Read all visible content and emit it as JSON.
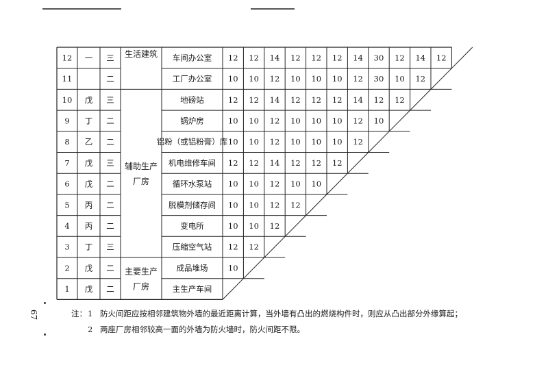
{
  "rows": [
    {
      "no": "12",
      "grade": "一",
      "level": "三",
      "name": "车间办公室",
      "values": [
        "12",
        "12",
        "14",
        "12",
        "12",
        "12",
        "14",
        "30",
        "12",
        "14",
        "12"
      ]
    },
    {
      "no": "11",
      "grade": "",
      "level": "二",
      "name": "工厂办公室",
      "values": [
        "10",
        "10",
        "12",
        "10",
        "10",
        "10",
        "12",
        "30",
        "10",
        "12"
      ]
    },
    {
      "no": "10",
      "grade": "戊",
      "level": "三",
      "name": "地磅站",
      "values": [
        "12",
        "12",
        "14",
        "12",
        "12",
        "12",
        "14",
        "12",
        "12"
      ]
    },
    {
      "no": "9",
      "grade": "丁",
      "level": "二",
      "name": "锅炉房",
      "values": [
        "10",
        "10",
        "12",
        "10",
        "10",
        "10",
        "12",
        "10"
      ]
    },
    {
      "no": "8",
      "grade": "乙",
      "level": "二",
      "name": "铝粉（或铝粉膏）库",
      "values": [
        "10",
        "10",
        "12",
        "10",
        "10",
        "10",
        "12"
      ]
    },
    {
      "no": "7",
      "grade": "戊",
      "level": "三",
      "name": "机电维修车间",
      "values": [
        "12",
        "12",
        "14",
        "12",
        "12",
        "12"
      ]
    },
    {
      "no": "6",
      "grade": "戊",
      "level": "二",
      "name": "循环水泵站",
      "values": [
        "10",
        "10",
        "12",
        "10",
        "10"
      ]
    },
    {
      "no": "5",
      "grade": "丙",
      "level": "二",
      "name": "脱模剂储存间",
      "values": [
        "10",
        "10",
        "12",
        "12"
      ]
    },
    {
      "no": "4",
      "grade": "丙",
      "level": "二",
      "name": "变电所",
      "values": [
        "10",
        "10",
        "12"
      ]
    },
    {
      "no": "3",
      "grade": "丁",
      "level": "三",
      "name": "压缩空气站",
      "values": [
        "12",
        "12"
      ]
    },
    {
      "no": "2",
      "grade": "戊",
      "level": "二",
      "name": "成品堆场",
      "values": [
        "10"
      ]
    },
    {
      "no": "1",
      "grade": "戊",
      "level": "二",
      "name": "主生产车间",
      "values": []
    }
  ],
  "groups": [
    {
      "label": "生活建筑",
      "rows": [
        0,
        1
      ]
    },
    {
      "label": "辅助生产厂房",
      "rows": [
        2,
        9
      ]
    },
    {
      "label": "主要生产厂房",
      "rows": [
        10,
        11
      ]
    }
  ],
  "notes": {
    "prefix": "注：",
    "items": [
      {
        "num": "1",
        "text": "防火间距应按相邻建筑物外墙的最近距离计算，当外墙有凸出的燃烧构件时，则应从凸出部分外缘算起；"
      },
      {
        "num": "2",
        "text": "两座厂房相邻较高一面的外墙为防火墙时，防火间距不限。"
      }
    ]
  },
  "page_number": "67"
}
